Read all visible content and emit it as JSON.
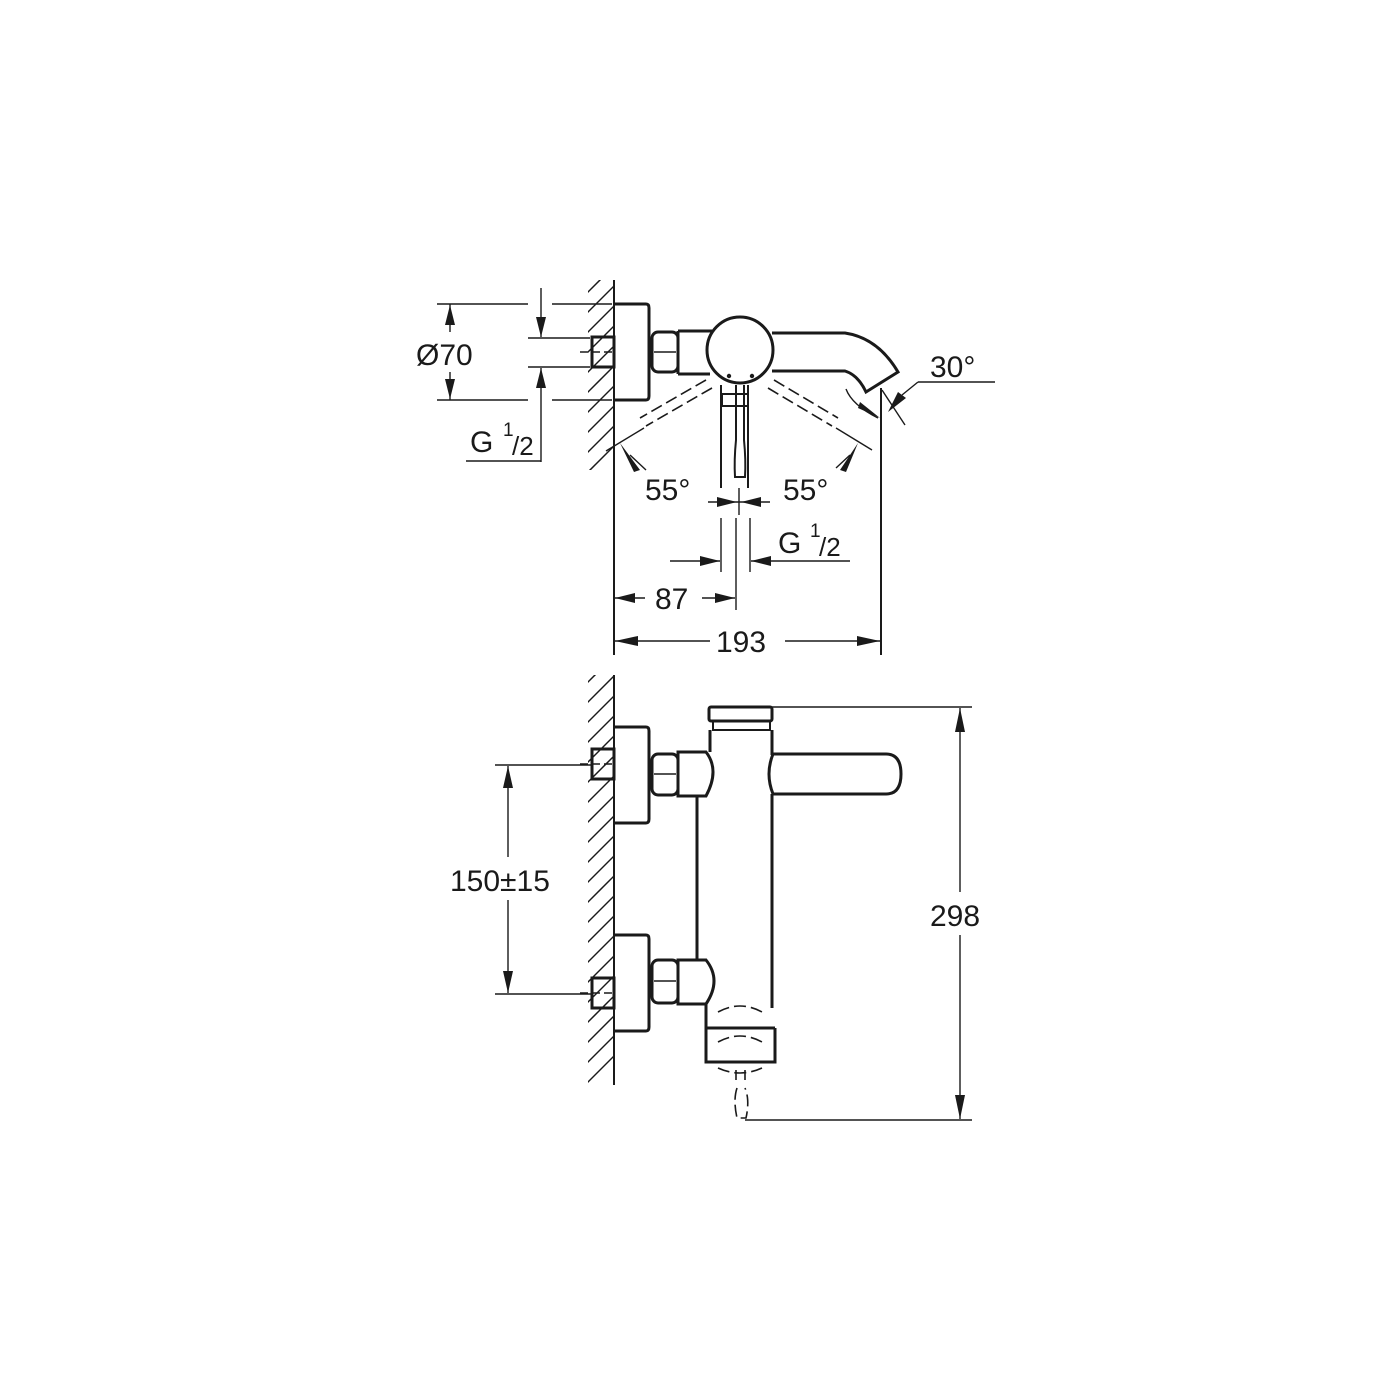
{
  "drawing": {
    "subject": "Wall-mounted single-lever bath mixer technical drawing",
    "views": [
      "top-view",
      "front-view"
    ],
    "top_view": {
      "dimensions": {
        "rosette_diameter": "Ø70",
        "connection_thread": "G",
        "connection_thread_sup": "1",
        "connection_thread_sub": "/2",
        "left_angle": "55°",
        "right_angle": "55°",
        "spout_swivel_angle": "30°",
        "outlet_thread": "G",
        "outlet_thread_sup": "1",
        "outlet_thread_sub": "/2",
        "wall_to_outlet": "87",
        "overall_projection": "193"
      }
    },
    "front_view": {
      "dimensions": {
        "connection_centres": "150±15",
        "overall_height": "298"
      }
    },
    "colors": {
      "line": "#1a1a1a",
      "background": "#ffffff"
    }
  }
}
